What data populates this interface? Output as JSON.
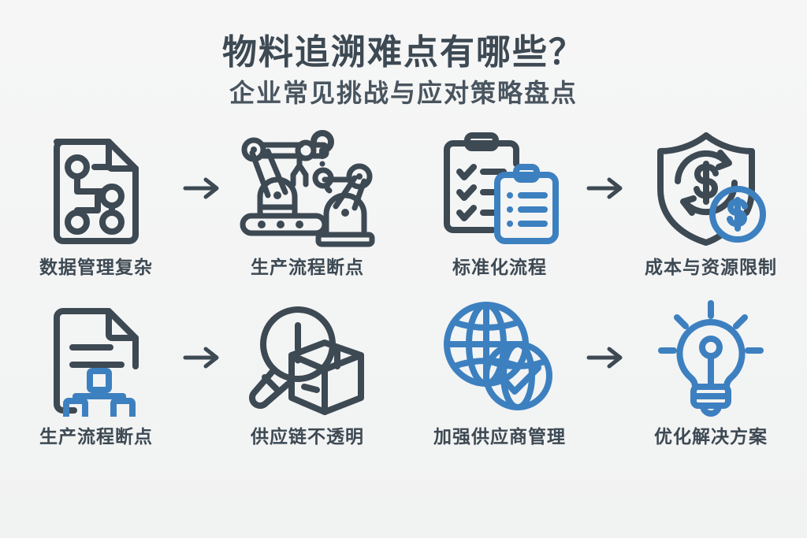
{
  "header": {
    "title": "物料追溯难点有哪些？",
    "subtitle": "企业常见挑战与应对策略盘点"
  },
  "colors": {
    "background": "#f4f5f5",
    "dark": "#3d4953",
    "blue": "#3d80c0",
    "title_text": "#3d4953"
  },
  "arrow_glyph": "→",
  "rows": [
    {
      "items": [
        {
          "label": "数据管理复杂",
          "icon": "document-network-icon"
        },
        {
          "label": "生产流程断点",
          "icon": "robot-arms-question-icon"
        },
        {
          "label": "标准化流程",
          "icon": "clipboard-checklist-icon"
        },
        {
          "label": "成本与资源限制",
          "icon": "shield-dollar-icon"
        }
      ],
      "arrows": [
        {
          "after_index": 0,
          "name": "arrow-right-1"
        },
        {
          "after_index": 2,
          "name": "arrow-right-2"
        }
      ]
    },
    {
      "items": [
        {
          "label": "生产流程断点",
          "icon": "document-hierarchy-icon"
        },
        {
          "label": "供应链不透明",
          "icon": "magnifier-box-alert-icon"
        },
        {
          "label": "加强供应商管理",
          "icon": "globe-check-icon"
        },
        {
          "label": "优化解决方案",
          "icon": "lightbulb-icon"
        }
      ],
      "arrows": [
        {
          "after_index": 0,
          "name": "arrow-right-3"
        },
        {
          "after_index": 2,
          "name": "arrow-right-4"
        }
      ]
    }
  ]
}
